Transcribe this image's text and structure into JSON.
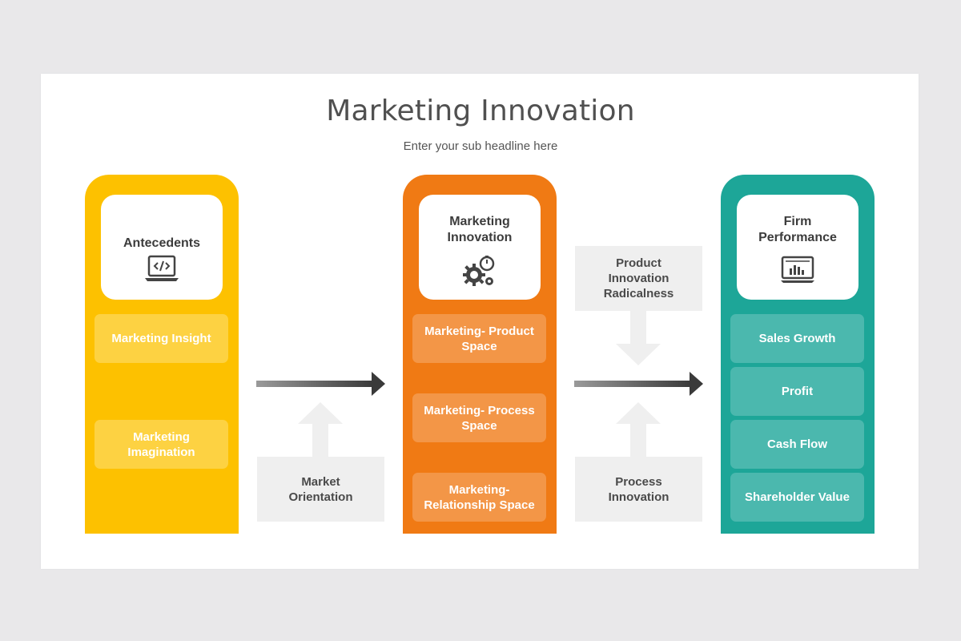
{
  "title": "Marketing Innovation",
  "subtitle": "Enter your sub headline here",
  "columns": [
    {
      "card_title": "Antecedents",
      "icon": "code-laptop-icon",
      "color": "#fdc100",
      "items": [
        "Marketing Insight",
        "Marketing Imagination"
      ]
    },
    {
      "card_title": "Marketing Innovation",
      "icon": "gears-stopwatch-icon",
      "color": "#f07a14",
      "items": [
        "Marketing- Product Space",
        "Marketing- Process Space",
        "Marketing- Relationship Space"
      ]
    },
    {
      "card_title": "Firm Performance",
      "icon": "chart-monitor-icon",
      "color": "#1da698",
      "items": [
        "Sales Growth",
        "Profit",
        "Cash Flow",
        "Shareholder Value"
      ]
    }
  ],
  "connectors": {
    "market_orientation": "Market Orientation",
    "product_innovation_radicalness": "Product Innovation Radicalness",
    "process_innovation": "Process Innovation"
  }
}
